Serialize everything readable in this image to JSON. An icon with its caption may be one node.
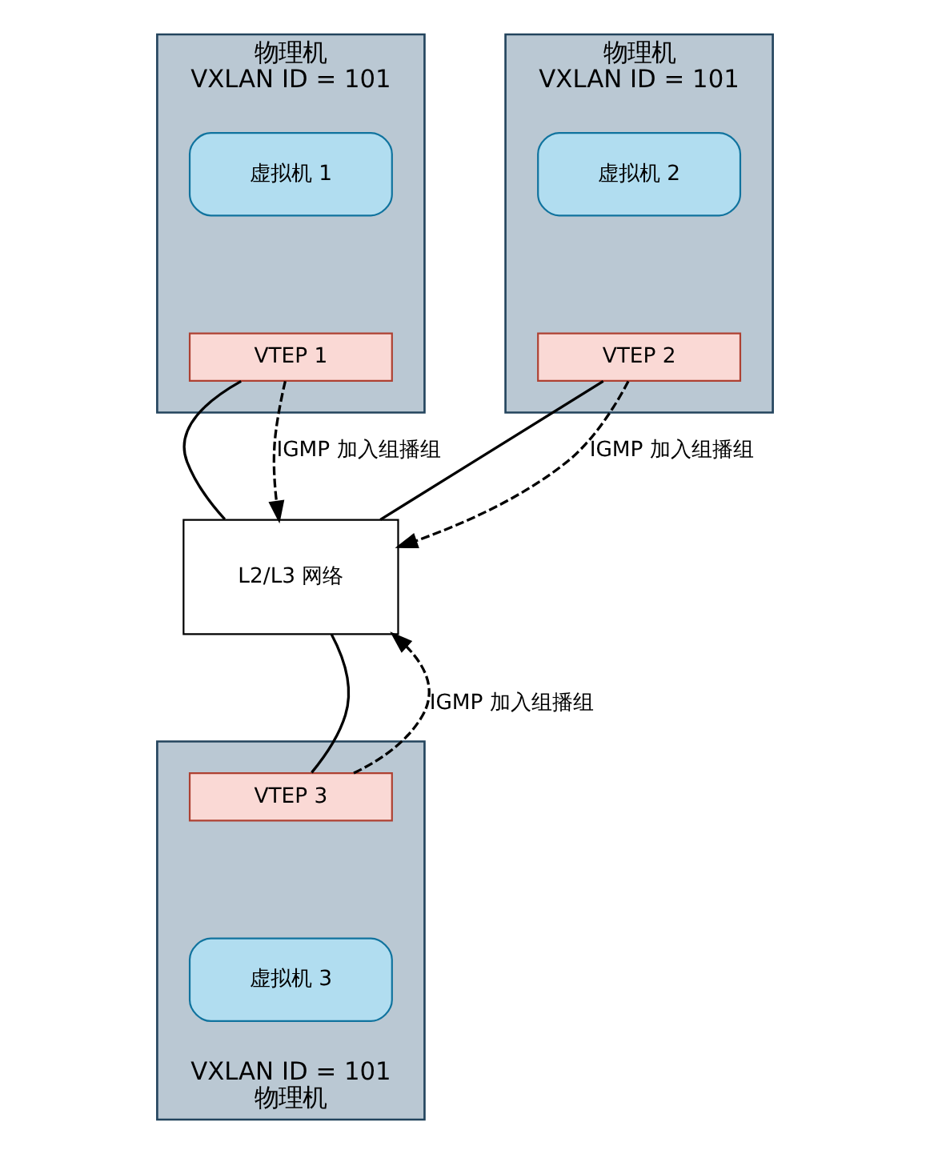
{
  "diagram": {
    "nodes": [
      {
        "text": [
          "物理机",
          "VXLAN ID = 101"
        ]
      },
      {
        "text": [
          "虚拟机 1"
        ],
        "in": 0
      },
      {
        "text": [
          "VTEP 1"
        ],
        "in": 0
      },
      {
        "text": [
          "物理机",
          "VXLAN ID = 101"
        ]
      },
      {
        "text": [
          "虚拟机 2"
        ],
        "in": 3
      },
      {
        "text": [
          "VTEP 2"
        ],
        "in": 3
      },
      {
        "text": [
          "L2/L3 网络"
        ]
      },
      {
        "text": [
          "VXLAN ID = 101",
          "物理机"
        ]
      },
      {
        "text": [
          "VTEP 3"
        ],
        "in": 7
      },
      {
        "text": [
          "虚拟机 3"
        ],
        "in": 7
      }
    ],
    "edges": [
      {
        "from": 2,
        "to": 6,
        "arrow": "none"
      },
      {
        "from": 2,
        "to": 6,
        "arrow": "to",
        "style": "dashed",
        "label": "IGMP 加入组播组"
      },
      {
        "from": 5,
        "to": 6,
        "arrow": "none"
      },
      {
        "from": 5,
        "to": 6,
        "arrow": "to",
        "style": "dashed",
        "label": "IGMP 加入组播组"
      },
      {
        "from": 8,
        "to": 6,
        "arrow": "none"
      },
      {
        "from": 8,
        "to": 6,
        "arrow": "to",
        "style": "dashed",
        "label": "IGMP 加入组播组"
      }
    ]
  }
}
